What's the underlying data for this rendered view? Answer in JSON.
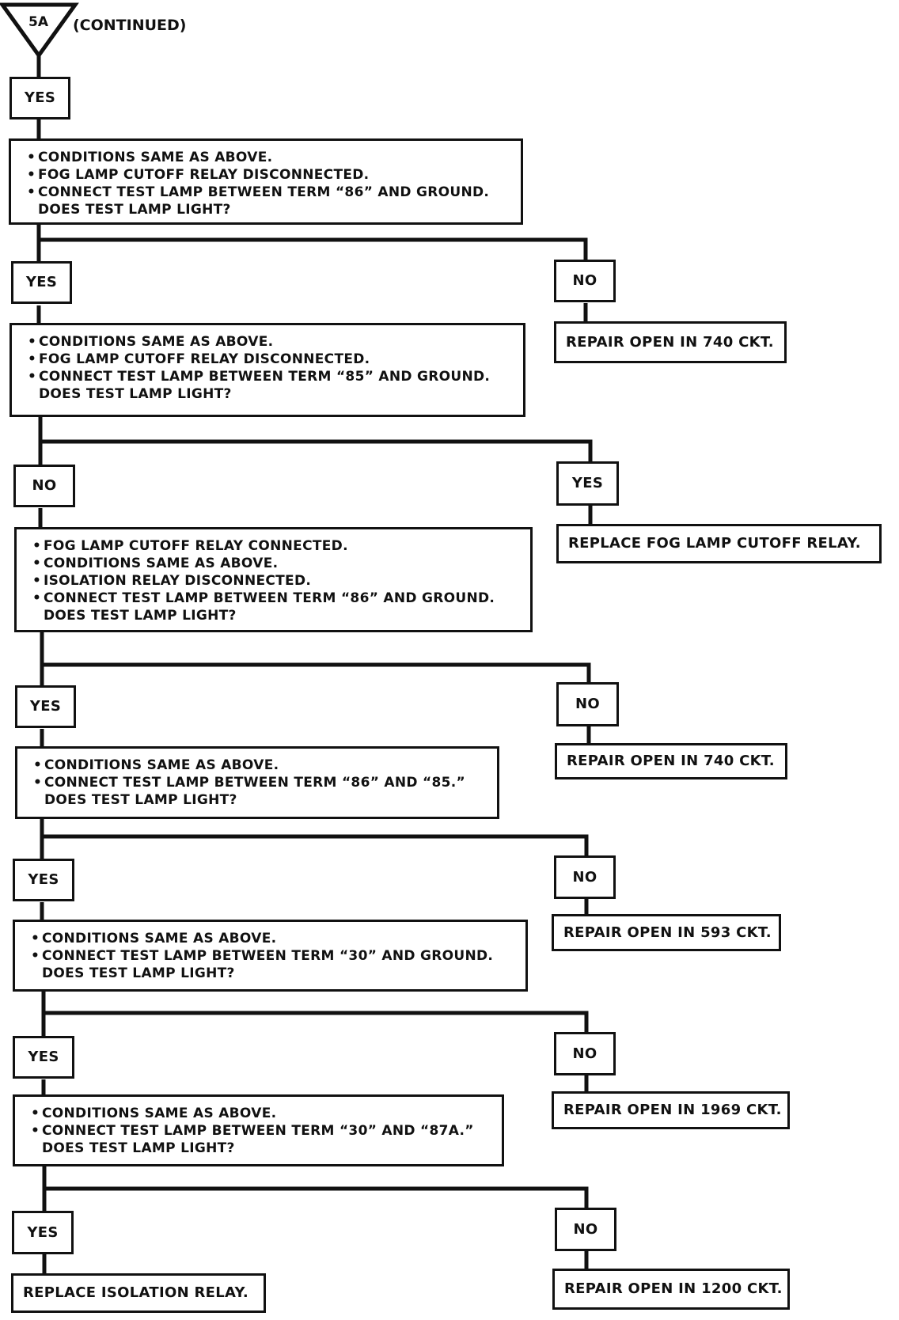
{
  "header": {
    "marker": "5A",
    "continued": "(CONTINUED)"
  },
  "steps": [
    {
      "label": "YES",
      "bullets": [
        "CONDITIONS SAME AS ABOVE.",
        "FOG LAMP CUTOFF RELAY DISCONNECTED.",
        "CONNECT TEST LAMP BETWEEN TERM “86” AND GROUND."
      ],
      "question": "DOES TEST LAMP LIGHT?"
    },
    {
      "label": "YES",
      "bullets": [
        "CONDITIONS SAME AS ABOVE.",
        "FOG LAMP CUTOFF RELAY DISCONNECTED.",
        "CONNECT TEST LAMP BETWEEN TERM “85” AND GROUND."
      ],
      "question": "DOES TEST LAMP LIGHT?",
      "side_label": "NO",
      "side_action": "REPAIR OPEN IN 740 CKT."
    },
    {
      "label": "NO",
      "bullets": [
        "FOG LAMP CUTOFF RELAY CONNECTED.",
        "CONDITIONS SAME AS ABOVE.",
        "ISOLATION RELAY DISCONNECTED.",
        "CONNECT TEST LAMP BETWEEN TERM “86” AND GROUND."
      ],
      "question": "DOES TEST LAMP LIGHT?",
      "side_label": "YES",
      "side_action": "REPLACE FOG LAMP CUTOFF RELAY."
    },
    {
      "label": "YES",
      "bullets": [
        "CONDITIONS SAME AS ABOVE.",
        "CONNECT TEST LAMP BETWEEN TERM “86” AND “85.”"
      ],
      "question": "DOES TEST LAMP LIGHT?",
      "side_label": "NO",
      "side_action": "REPAIR OPEN IN 740 CKT."
    },
    {
      "label": "YES",
      "bullets": [
        "CONDITIONS SAME AS ABOVE.",
        "CONNECT TEST LAMP BETWEEN TERM “30” AND GROUND."
      ],
      "question": "DOES TEST LAMP LIGHT?",
      "side_label": "NO",
      "side_action": "REPAIR OPEN IN 593 CKT."
    },
    {
      "label": "YES",
      "bullets": [
        "CONDITIONS SAME AS ABOVE.",
        "CONNECT TEST LAMP BETWEEN TERM “30” AND “87A.”"
      ],
      "question": "DOES TEST LAMP LIGHT?",
      "side_label": "NO",
      "side_action": "REPAIR OPEN IN 1969 CKT."
    }
  ],
  "final": {
    "yes_label": "YES",
    "yes_action": "REPLACE ISOLATION RELAY.",
    "no_label": "NO",
    "no_action": "REPAIR OPEN IN 1200 CKT."
  }
}
